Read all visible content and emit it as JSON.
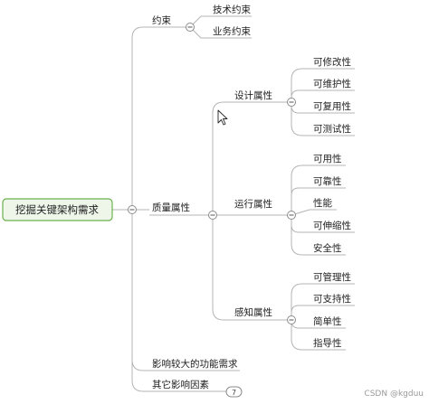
{
  "root": {
    "label": "挖掘关键架构需求"
  },
  "branches": {
    "constraints": {
      "label": "约束",
      "children": [
        "技术约束",
        "业务约束"
      ]
    },
    "quality": {
      "label": "质量属性",
      "design": {
        "label": "设计属性",
        "children": [
          "可修改性",
          "可维护性",
          "可复用性",
          "可测试性"
        ]
      },
      "runtime": {
        "label": "运行属性",
        "children": [
          "可用性",
          "可靠性",
          "性能",
          "可伸缩性",
          "安全性"
        ]
      },
      "perception": {
        "label": "感知属性",
        "children": [
          "可管理性",
          "可支持性",
          "简单性",
          "指导性"
        ]
      }
    },
    "functional": {
      "label": "影响较大的功能需求"
    },
    "other": {
      "label": "其它影响因素",
      "collapsed_count": "7"
    }
  },
  "watermark": "CSDN @kgduu"
}
